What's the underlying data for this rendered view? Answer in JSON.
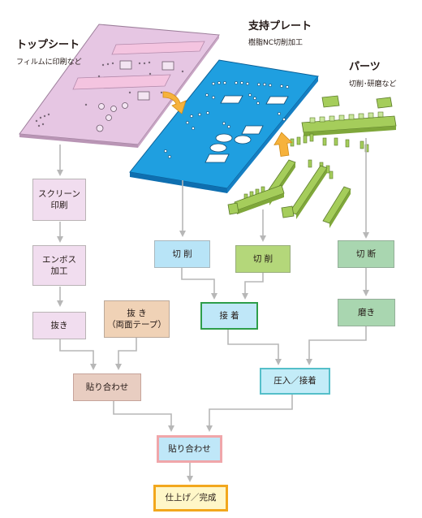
{
  "groups": {
    "top_sheet": {
      "title": "トップシート",
      "subtitle": "フィルムに印刷など"
    },
    "support_plate": {
      "title": "支持プレート",
      "subtitle": "樹脂NC切削加工"
    },
    "parts": {
      "title": "パーツ",
      "subtitle": "切削･研磨など"
    }
  },
  "steps": {
    "screen_print": [
      "スクリーン",
      "印刷"
    ],
    "emboss": [
      "エンボス",
      "加工"
    ],
    "punch": "抜き",
    "punch_tape": [
      "抜 き",
      "（両面テープ）"
    ],
    "laminate_1": "貼り合わせ",
    "cut_plate": "切 削",
    "cut_parts": "切 削",
    "sever": "切 断",
    "bond": "接 着",
    "polish": "磨き",
    "press_bond": "圧入／接着",
    "laminate_final": "貼り合わせ",
    "finish": "仕上げ／完成"
  },
  "colors": {
    "top_sheet": "#e6c6e3",
    "support_plate": "#1f9fe0",
    "parts": "#a5cd5b",
    "arrow": "#b7b7b7",
    "transition_arrow": "#f6b23c"
  }
}
